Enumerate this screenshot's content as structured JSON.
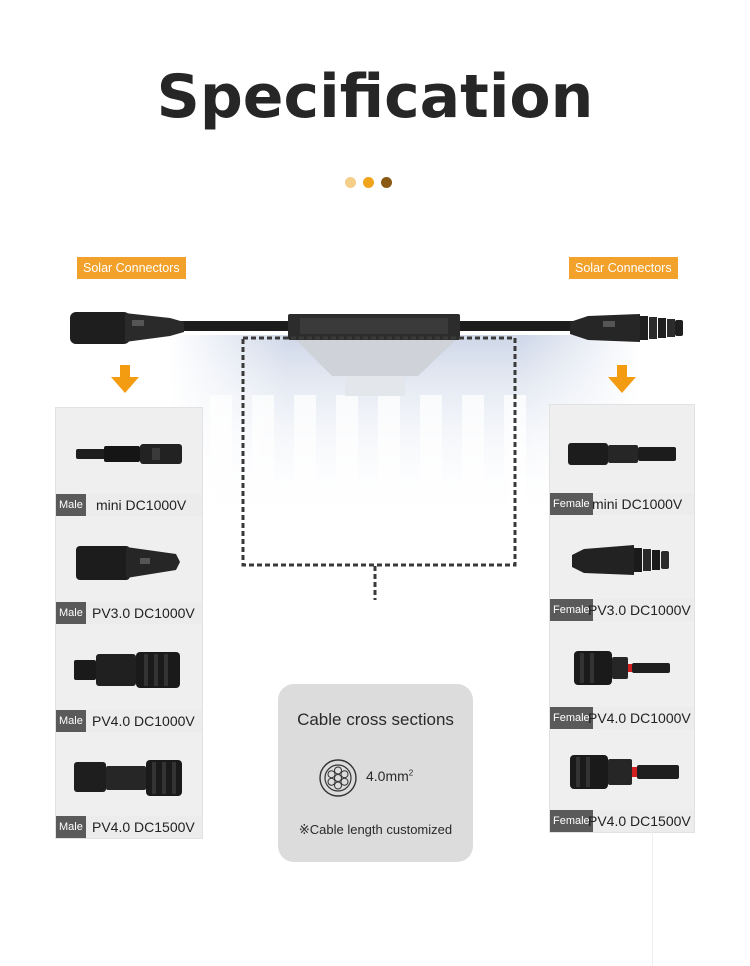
{
  "page": {
    "title": "Specification"
  },
  "dots": {
    "colors": [
      "#f5cf8a",
      "#f0a41c",
      "#8a5a14"
    ]
  },
  "colors": {
    "accent": "#f39c12",
    "tag_bg": "#f2a12a",
    "label_bg": "#5a5a5a"
  },
  "tags": {
    "left": "Solar Connectors",
    "right": "Solar Connectors"
  },
  "left_list": [
    {
      "gender": "Male",
      "name": "mini DC1000V"
    },
    {
      "gender": "Male",
      "name": "PV3.0 DC1000V"
    },
    {
      "gender": "Male",
      "name": "PV4.0 DC1000V"
    },
    {
      "gender": "Male",
      "name": "PV4.0 DC1500V"
    }
  ],
  "right_list": [
    {
      "gender": "Female",
      "name": "mini DC1000V"
    },
    {
      "gender": "Female",
      "name": "PV3.0 DC1000V"
    },
    {
      "gender": "Female",
      "name": "PV4.0 DC1000V"
    },
    {
      "gender": "Female",
      "name": "PV4.0 DC1500V"
    }
  ],
  "cable_box": {
    "title": "Cable cross sections",
    "size": "4.0mm",
    "size_sup": "2",
    "note": "※Cable length customized"
  }
}
